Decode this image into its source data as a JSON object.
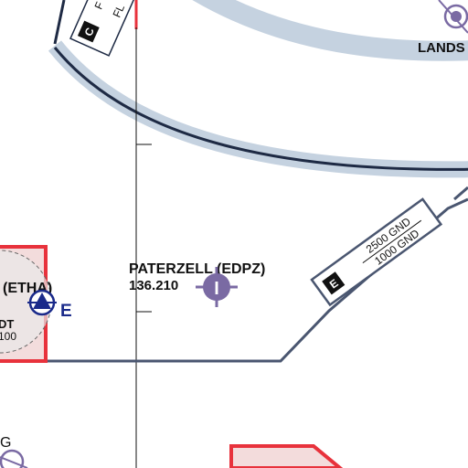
{
  "airfields": {
    "paterzell": {
      "name": "PATERZELL (EDPZ)",
      "frequency": "136.210",
      "symbol": "I"
    },
    "etha": {
      "name": "(ETHA)",
      "class_label": "E",
      "partial_label_1": "DT",
      "partial_label_2": "100"
    },
    "partial_bottom_left": {
      "label": "G"
    }
  },
  "airspace": {
    "class_c": {
      "badge": "C",
      "upper_partial": "F",
      "lower_partial": "FL"
    },
    "class_e": {
      "badge": "E",
      "upper_limit": "2500 GND",
      "lower_limit": "1000 GND"
    }
  },
  "places": {
    "landshut_partial": "LANDS"
  },
  "colors": {
    "airspace_border": "#4a5670",
    "airspace_band": "#c5d2e0",
    "restricted_red": "#e8323c",
    "restricted_fill": "#f3dcdc",
    "airfield_symbol": "#7a6aa3",
    "class_e_label": "#1a2a8a"
  }
}
